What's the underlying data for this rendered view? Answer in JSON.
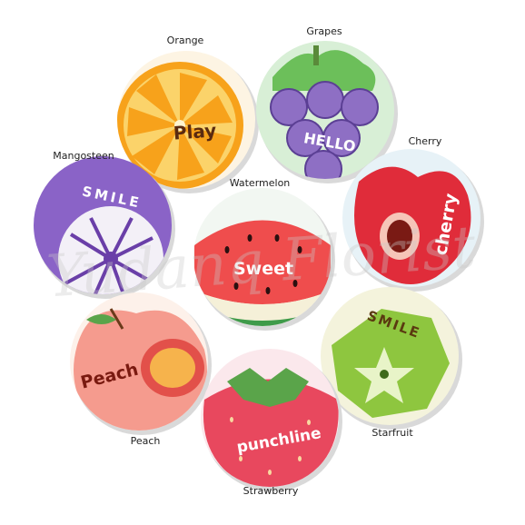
{
  "watermark": "Yudanq Florist",
  "labels": {
    "orange": "Orange",
    "grapes": "Grapes",
    "cherry": "Cherry",
    "mangosteen": "Mangosteen",
    "watermelon": "Watermelon",
    "peach": "Peach",
    "starfruit": "Starfruit",
    "strawberry": "Strawberry"
  },
  "words": {
    "orange": "Play",
    "grapes": "HELLO",
    "cherry": "cherry",
    "mangosteen": "SMILE",
    "watermelon": "Sweet",
    "peach": "Peach",
    "starfruit": "SMILE",
    "strawberry": "punchline"
  },
  "colors": {
    "orange": "#f7a21b",
    "grapes": "#8e6fc4",
    "cherry": "#e02c3a",
    "mangosteen": "#8a63c7",
    "watermelon": "#ef4d4d",
    "peach": "#f59b8e",
    "starfruit": "#8ec63f",
    "strawberry": "#e8485e"
  }
}
